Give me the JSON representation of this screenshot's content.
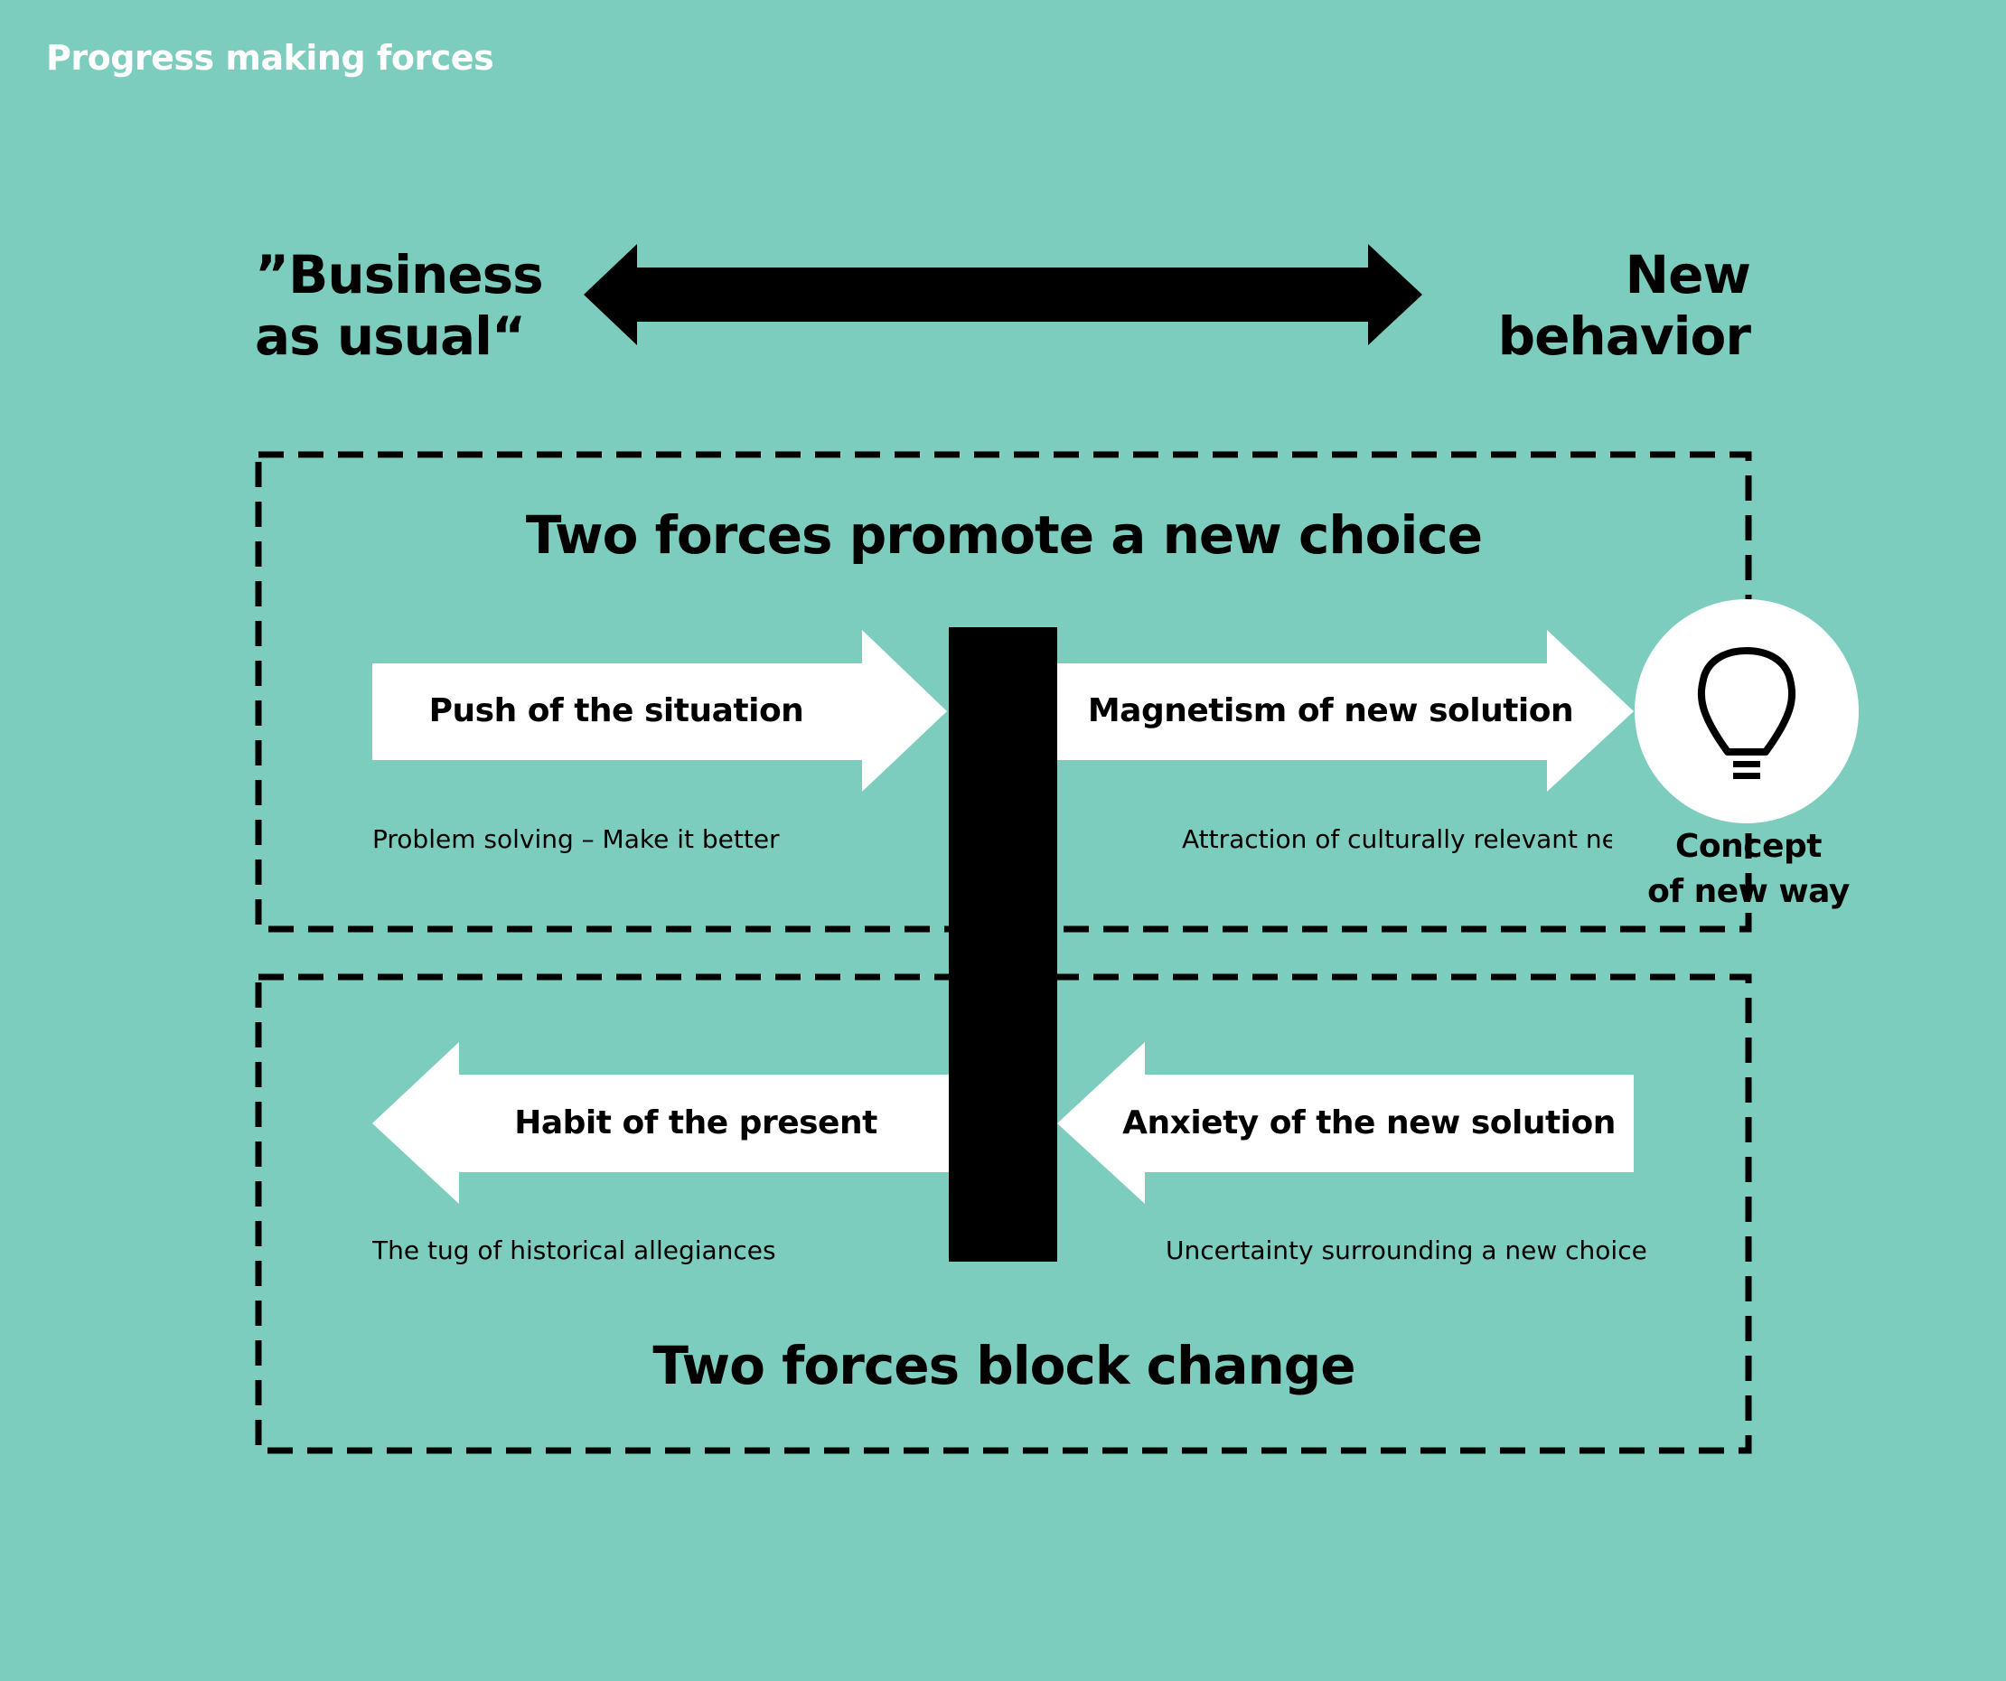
{
  "title": "Progress making forces",
  "axis": {
    "left_line1": "”Business",
    "left_line2": "as usual“",
    "right_line1": "New",
    "right_line2": "behavior"
  },
  "top_box": {
    "heading": "Two forces promote a new choice",
    "forces": [
      {
        "label": "Push of the situation",
        "description": "Problem solving – Make it better"
      },
      {
        "label": "Magnetism of new solution",
        "description": "Attraction of culturally relevant new"
      }
    ]
  },
  "bottom_box": {
    "heading": "Two forces block change",
    "forces": [
      {
        "label": "Habit of the present",
        "description": "The tug of historical allegiances"
      },
      {
        "label": "Anxiety of the new solution",
        "description": "Uncertainty surrounding a new choice"
      }
    ]
  },
  "concept": {
    "icon": "lightbulb-icon",
    "line1": "Concept",
    "line2": "of new way"
  },
  "colors": {
    "background": "#7ccdbd",
    "arrows": "#ffffff",
    "barrier": "#000000",
    "title": "#ffffff"
  }
}
